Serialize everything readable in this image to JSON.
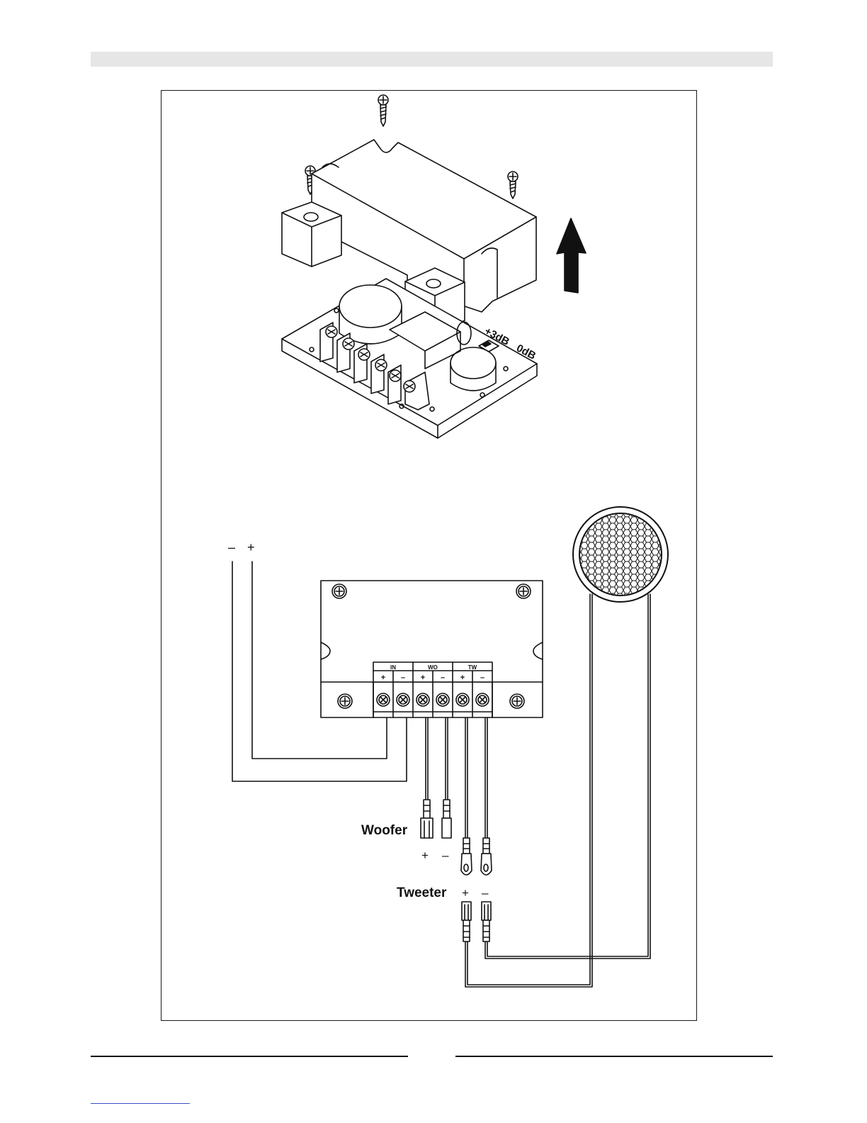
{
  "crossover": {
    "switch_plus": "+3dB",
    "switch_zero": "0dB"
  },
  "input_polarity": {
    "minus": "–",
    "plus": "+"
  },
  "terminal_groups": {
    "in": "IN",
    "wo": "WO",
    "tw": "TW"
  },
  "terminal_signs": [
    "+",
    "–",
    "+",
    "–",
    "+",
    "–"
  ],
  "woofer": {
    "label": "Woofer",
    "plus": "+",
    "minus": "–"
  },
  "tweeter": {
    "label": "Tweeter",
    "plus": "+",
    "minus": "–"
  }
}
